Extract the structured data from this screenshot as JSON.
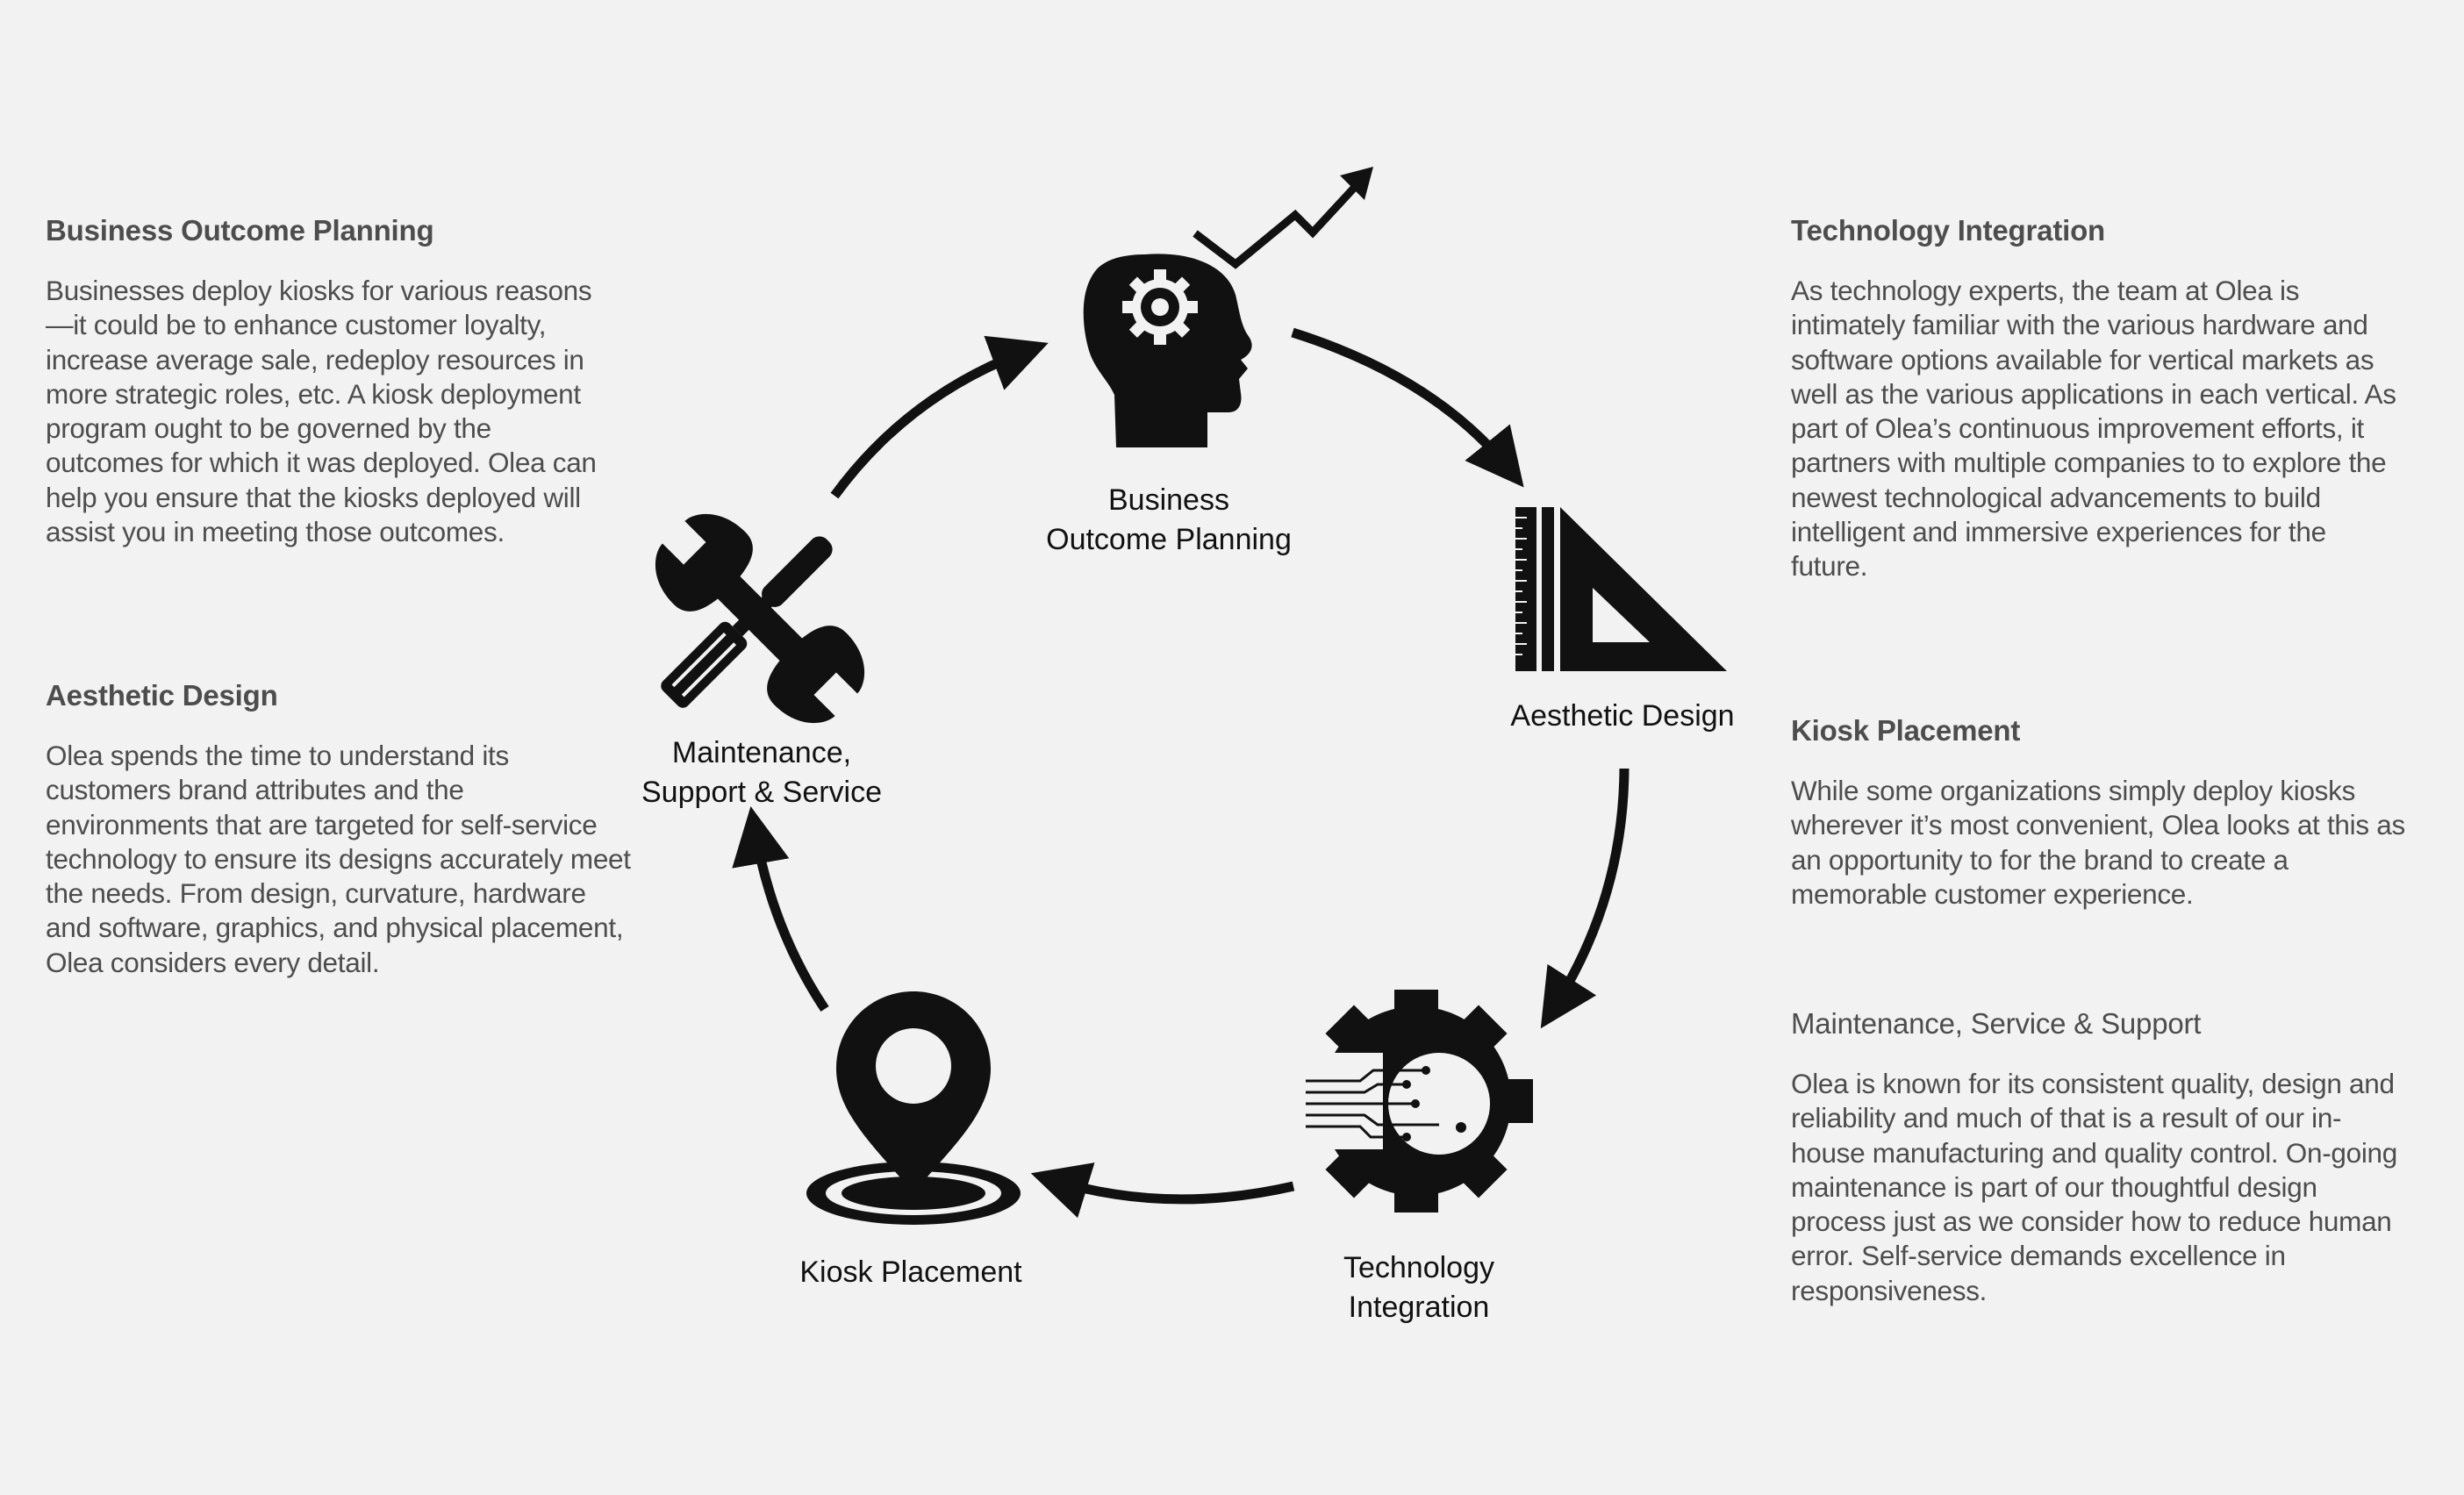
{
  "descriptions": {
    "business_outcome_planning": {
      "heading": "Business Outcome Planning",
      "body": "Businesses deploy kiosks for various reasons—it could be to enhance customer loyalty, increase average sale, redeploy resources in more strategic roles, etc. A kiosk deployment program ought to be governed by the outcomes for which it was deployed.  Olea can help you ensure that the kiosks deployed will assist you in meeting those outcomes."
    },
    "aesthetic_design": {
      "heading": "Aesthetic Design",
      "body": "Olea spends the time to understand its customers brand attributes and the environments that are targeted for self-service technology to ensure its designs accurately meet the needs.  From design, curvature, hardware and software, graphics, and physical placement, Olea considers every detail."
    },
    "technology_integration": {
      "heading": "Technology Integration",
      "body": "As technology experts, the team at Olea is intimately familiar with the various hardware and software options available for vertical markets as well as the various applications in each vertical.  As part of Olea’s continuous improvement efforts, it partners with multiple companies to to explore the newest technological advancements to build intelligent and immersive experiences for the future."
    },
    "kiosk_placement": {
      "heading": "Kiosk Placement",
      "body": "While some organizations simply deploy kiosks wherever it’s most convenient, Olea looks at this as an opportunity to for the brand to create a memorable customer experience."
    },
    "maintenance": {
      "heading": "Maintenance, Service & Support",
      "body": "Olea is known for its consistent quality, design and reliability and much of that is a result of our in-house manufacturing and quality control.  On-going maintenance is part of our thoughtful design process just as we consider how to reduce human error. Self-service demands excellence in responsiveness."
    }
  },
  "cycle": {
    "stages": [
      {
        "label": "Business\nOutcome Planning",
        "icon": "head-gear-growth-icon"
      },
      {
        "label": "Aesthetic Design",
        "icon": "ruler-triangle-icon"
      },
      {
        "label": "Technology\nIntegration",
        "icon": "circuit-gear-icon"
      },
      {
        "label": "Kiosk Placement",
        "icon": "map-pin-icon"
      },
      {
        "label": "Maintenance,\nSupport & Service",
        "icon": "wrench-screwdriver-icon"
      }
    ],
    "colors": {
      "icon": "#111111",
      "background": "#f2f2f2",
      "text": "#4d4d4d"
    }
  }
}
